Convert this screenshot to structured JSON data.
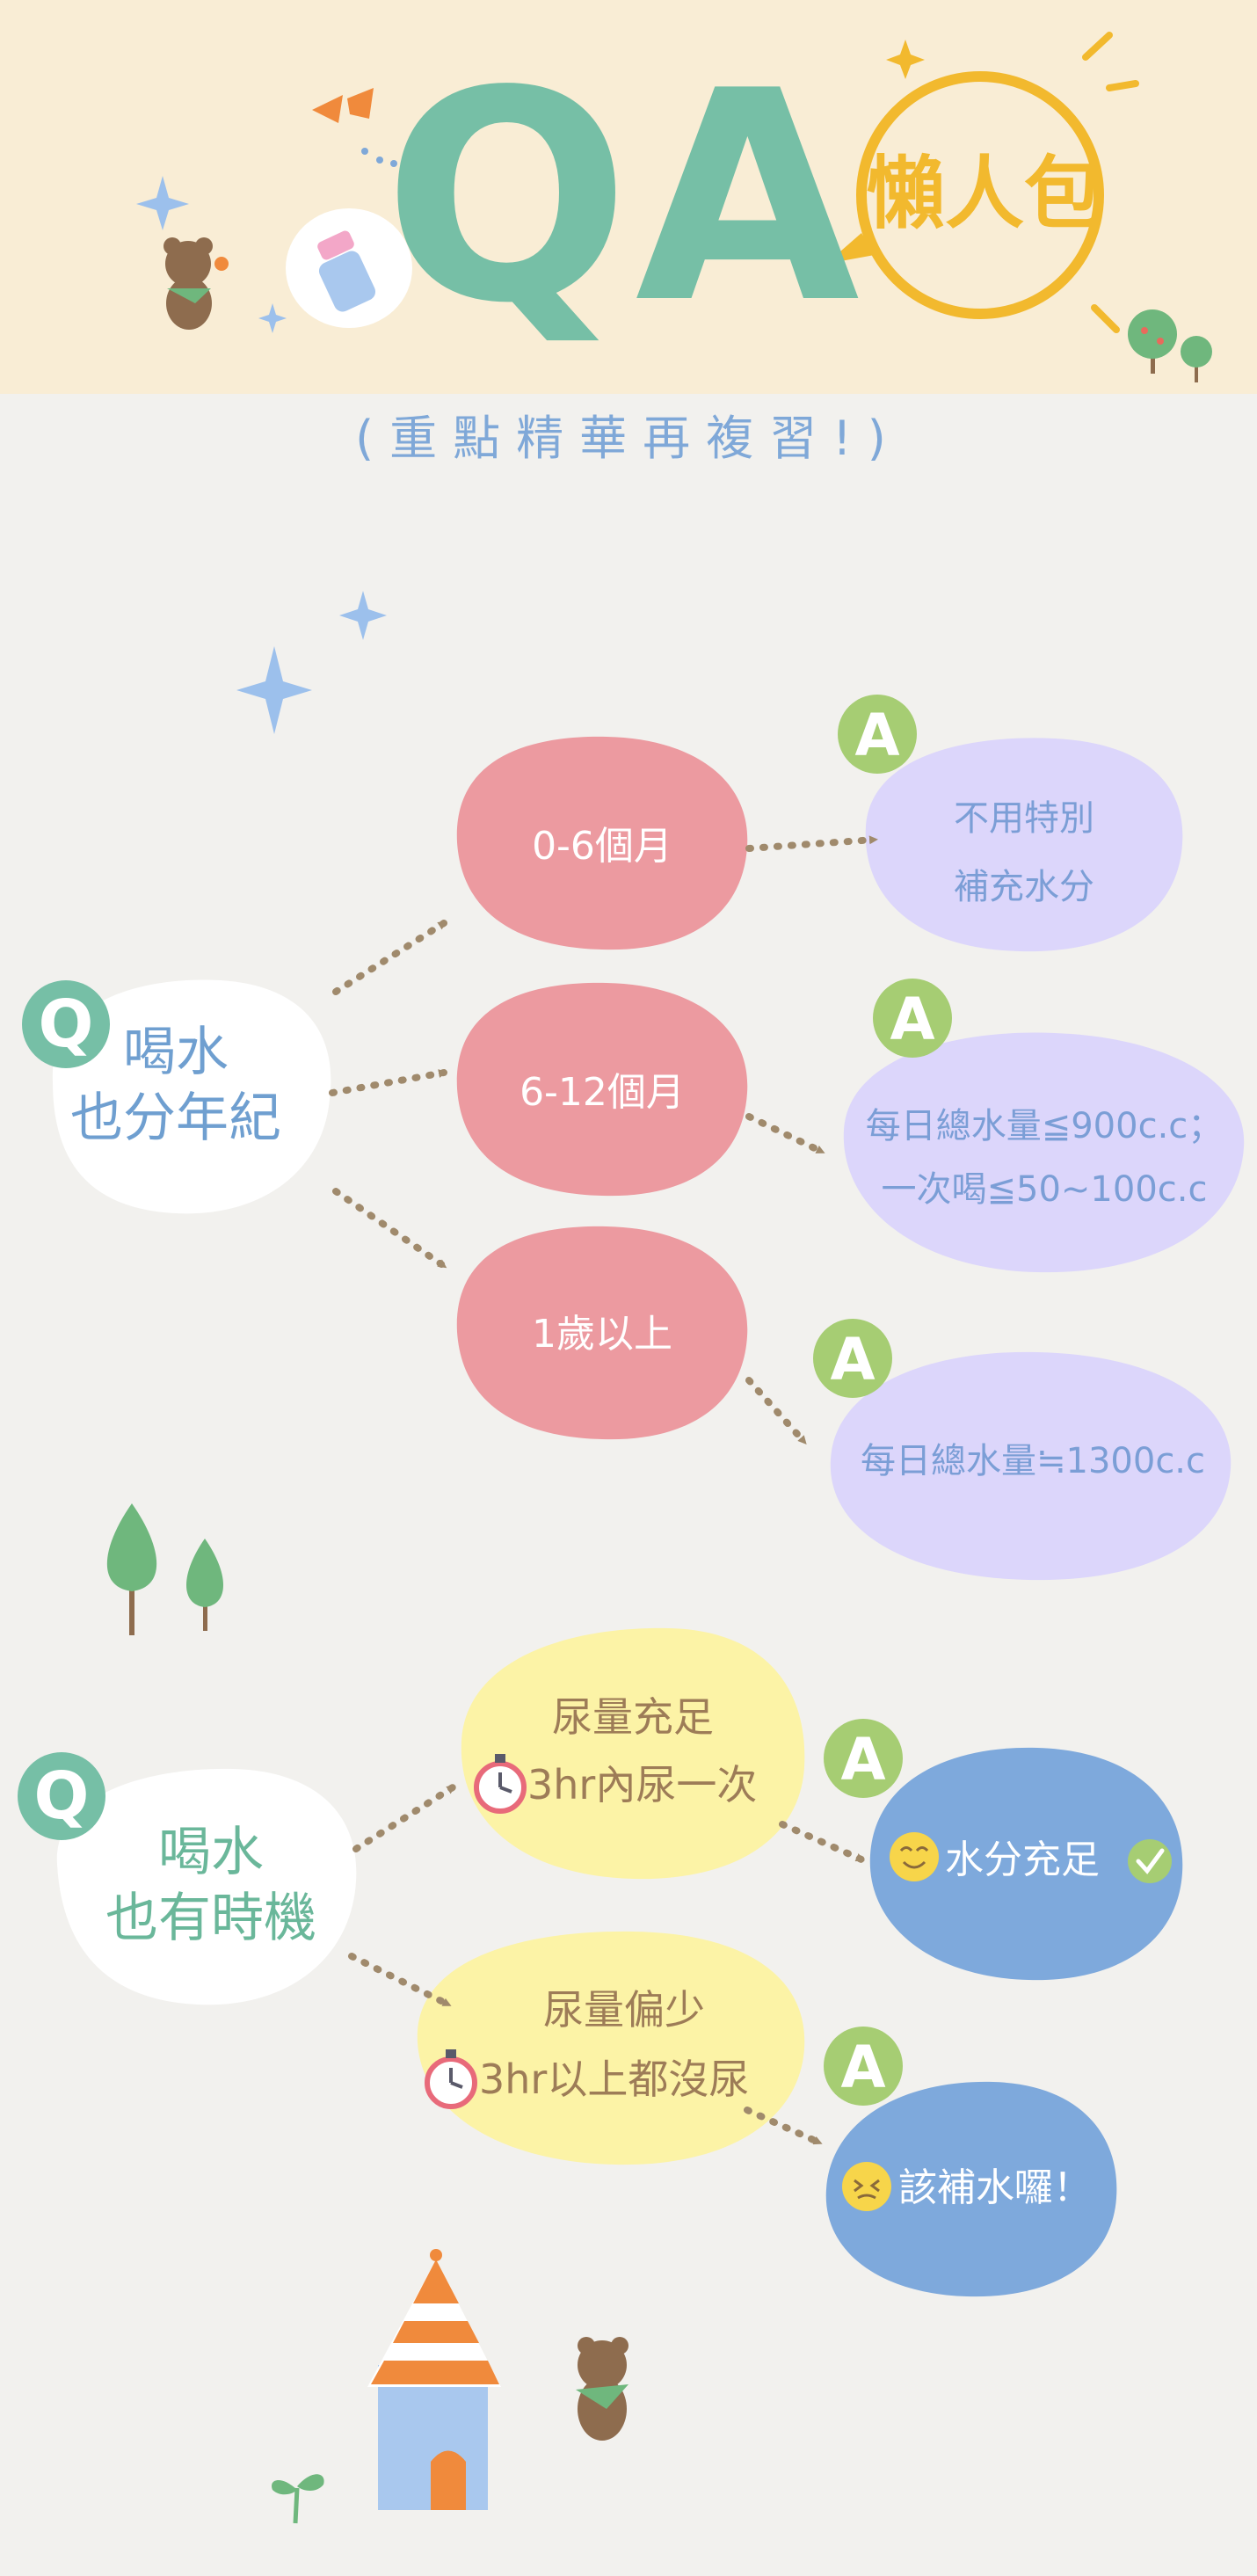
{
  "header": {
    "title": "QA",
    "badge": "懶人包",
    "subtitle": "(重點精華再複習!)"
  },
  "section1": {
    "question_line1": "喝水",
    "question_line2": "也分年紀",
    "ages": [
      "0-6個月",
      "6-12個月",
      "1歲以上"
    ],
    "answers": [
      {
        "line1": "不用特別",
        "line2": "補充水分"
      },
      {
        "line1": "每日總水量≦900c.c；",
        "line2": "一次喝≦50~100c.c"
      },
      {
        "line1": "每日總水量≒1300c.c",
        "line2": ""
      }
    ]
  },
  "section2": {
    "question_line1": "喝水",
    "question_line2": "也有時機",
    "conditions": [
      {
        "line1": "尿量充足",
        "line2": "3hr內尿一次"
      },
      {
        "line1": "尿量偏少",
        "line2": "3hr以上都沒尿"
      }
    ],
    "answers": [
      "水分充足",
      "該補水囉！"
    ]
  },
  "labels": {
    "q": "Q",
    "a": "A"
  },
  "colors": {
    "header_bg": "#f9edd5",
    "page_bg": "#f2f1ee",
    "qa_green": "#76bfa6",
    "badge_yellow": "#f2b92e",
    "age_pink": "#ec9aa0",
    "answer_purple": "#dcd6fb",
    "answer_blue": "#7ea9dc",
    "condition_yellow": "#fcf3a6",
    "a_badge_green": "#a6cd73",
    "arrow_brown": "#a08a6c"
  }
}
